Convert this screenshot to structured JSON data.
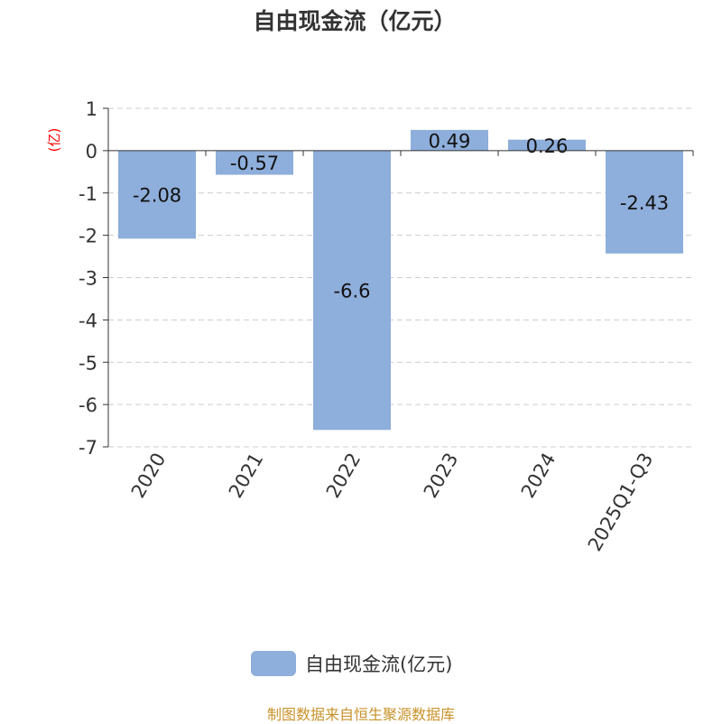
{
  "chart_data": {
    "type": "bar",
    "title": "自由现金流（亿元）",
    "ylabel": "(亿)",
    "xlabel": "",
    "categories": [
      "2020",
      "2021",
      "2022",
      "2023",
      "2024",
      "2025Q1-Q3"
    ],
    "series": [
      {
        "name": "自由现金流(亿元)",
        "values": [
          -2.08,
          -0.57,
          -6.6,
          0.49,
          0.26,
          -2.43
        ],
        "color": "#8eaedb"
      }
    ],
    "data_labels": [
      "-2.08",
      "-0.57",
      "-6.6",
      "0.49",
      "0.26",
      "-2.43"
    ],
    "ylim": [
      -7,
      1
    ],
    "yticks": [
      "1",
      "0",
      "-1",
      "-2",
      "-3",
      "-4",
      "-5",
      "-6",
      "-7"
    ],
    "grid": true,
    "legend": "bottom-center"
  },
  "footer": "制图数据来自恒生聚源数据库",
  "colors": {
    "ylabel": "#ff0000",
    "footer": "#c8922a"
  }
}
